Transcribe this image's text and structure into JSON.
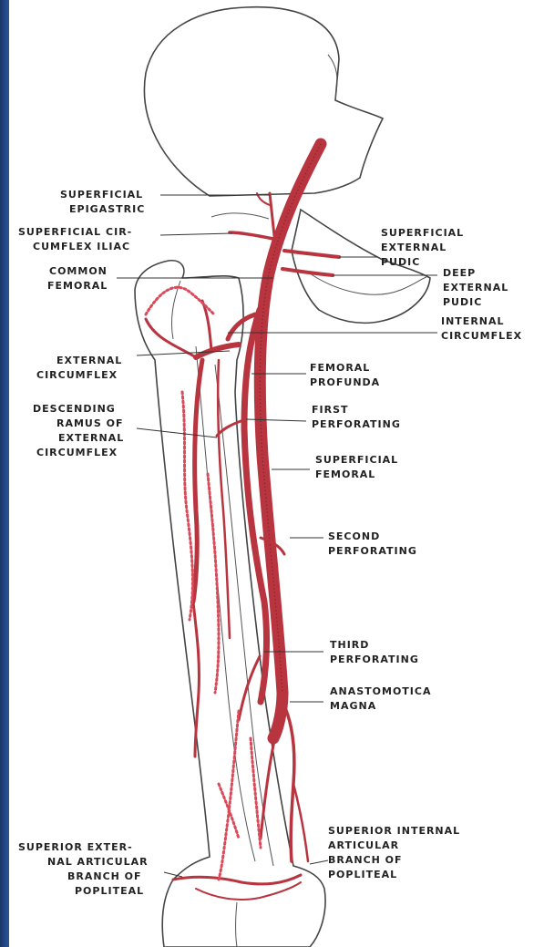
{
  "labels": {
    "superficial_epigastric": [
      "SUPERFICIAL",
      "EPIGASTRIC"
    ],
    "superficial_circumflex_iliac": [
      "SUPERFICIAL CIR-",
      "CUMFLEX ILIAC"
    ],
    "common_femoral": [
      "COMMON",
      "FEMORAL"
    ],
    "external_circumflex": [
      "EXTERNAL",
      "CIRCUMFLEX"
    ],
    "descending_ramus": [
      "DESCENDING",
      "RAMUS OF",
      "EXTERNAL",
      "CIRCUMFLEX"
    ],
    "superficial_external_pudic": [
      "SUPERFICIAL",
      "EXTERNAL",
      "PUDIC"
    ],
    "deep_external_pudic": [
      "DEEP",
      "EXTERNAL",
      "PUDIC"
    ],
    "internal_circumflex": [
      "INTERNAL",
      "CIRCUMFLEX"
    ],
    "femoral_profunda": [
      "FEMORAL",
      "PROFUNDA"
    ],
    "first_perforating": [
      "FIRST",
      "PERFORATING"
    ],
    "superficial_femoral": [
      "SUPERFICIAL",
      "FEMORAL"
    ],
    "second_perforating": [
      "SECOND",
      "PERFORATING"
    ],
    "third_perforating": [
      "THIRD",
      "PERFORATING"
    ],
    "anastomotica_magna": [
      "ANASTOMOTICA",
      "MAGNA"
    ],
    "superior_internal_articular": [
      "SUPERIOR INTERNAL",
      "ARTICULAR",
      "BRANCH OF",
      "POPLITEAL"
    ],
    "superior_external_articular": [
      "SUPERIOR EXTER-",
      "NAL ARTICULAR",
      "BRANCH OF",
      "POPLITEAL"
    ]
  },
  "colors": {
    "artery": "#b8343f",
    "artery_light": "#d94a5a",
    "frame": "#1b3a6e",
    "text": "#222222"
  }
}
